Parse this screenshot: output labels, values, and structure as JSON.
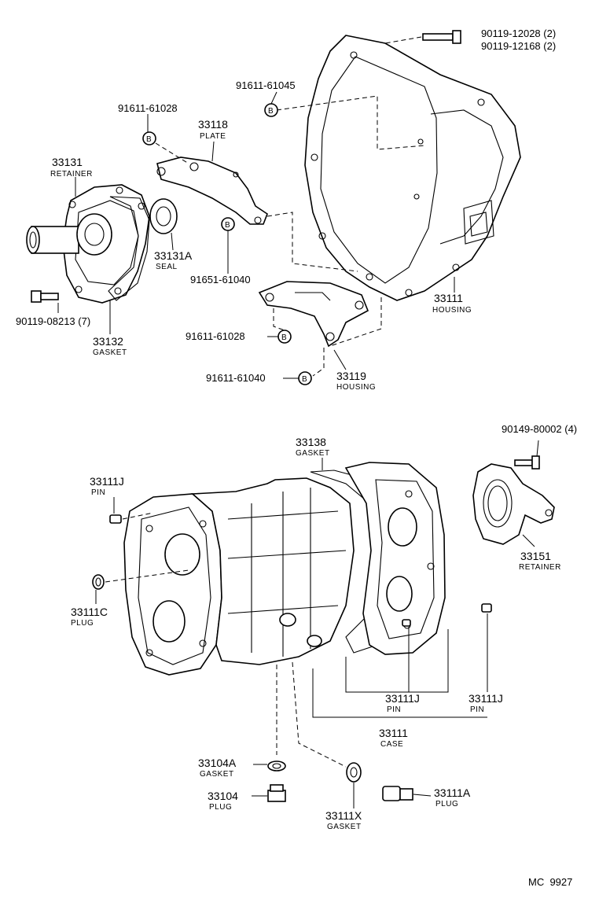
{
  "diagram_code": "MC  9927",
  "parts": {
    "bolt_top_right": {
      "line1": "90119-12028 (2)",
      "line2": "90119-12168 (2)"
    },
    "b_91611_61045": {
      "number": "91611-61045",
      "marker": "B"
    },
    "b_91611_61028_top": {
      "number": "91611-61028",
      "marker": "B"
    },
    "plate": {
      "number": "33118",
      "name": "PLATE"
    },
    "retainer_front": {
      "number": "33131",
      "name": "RETAINER"
    },
    "seal": {
      "number": "33131A",
      "name": "SEAL"
    },
    "b_91651_61040": {
      "number": "91651-61040",
      "marker": "B"
    },
    "bolt_90119_08213": {
      "number": "90119-08213 (7)"
    },
    "gasket_front": {
      "number": "33132",
      "name": "GASKET"
    },
    "b_91611_61028_mid": {
      "number": "91611-61028",
      "marker": "B"
    },
    "housing_bell": {
      "number": "33111",
      "name": "HOUSING"
    },
    "housing_bracket": {
      "number": "33119",
      "name": "HOUSING"
    },
    "b_91611_61040": {
      "number": "91611-61040",
      "marker": "B"
    },
    "gasket_case": {
      "number": "33138",
      "name": "GASKET"
    },
    "bolt_90149": {
      "number": "90149-80002 (4)"
    },
    "pin_left": {
      "number": "33111J",
      "name": "PIN"
    },
    "retainer_rear": {
      "number": "33151",
      "name": "RETAINER"
    },
    "plug_left": {
      "number": "33111C",
      "name": "PLUG"
    },
    "pin_mid": {
      "number": "33111J",
      "name": "PIN"
    },
    "pin_right": {
      "number": "33111J",
      "name": "PIN"
    },
    "case": {
      "number": "33111",
      "name": "CASE"
    },
    "gasket_drain": {
      "number": "33104A",
      "name": "GASKET"
    },
    "plug_drain": {
      "number": "33104",
      "name": "PLUG"
    },
    "gasket_x": {
      "number": "33111X",
      "name": "GASKET"
    },
    "plug_filler": {
      "number": "33111A",
      "name": "PLUG"
    }
  }
}
